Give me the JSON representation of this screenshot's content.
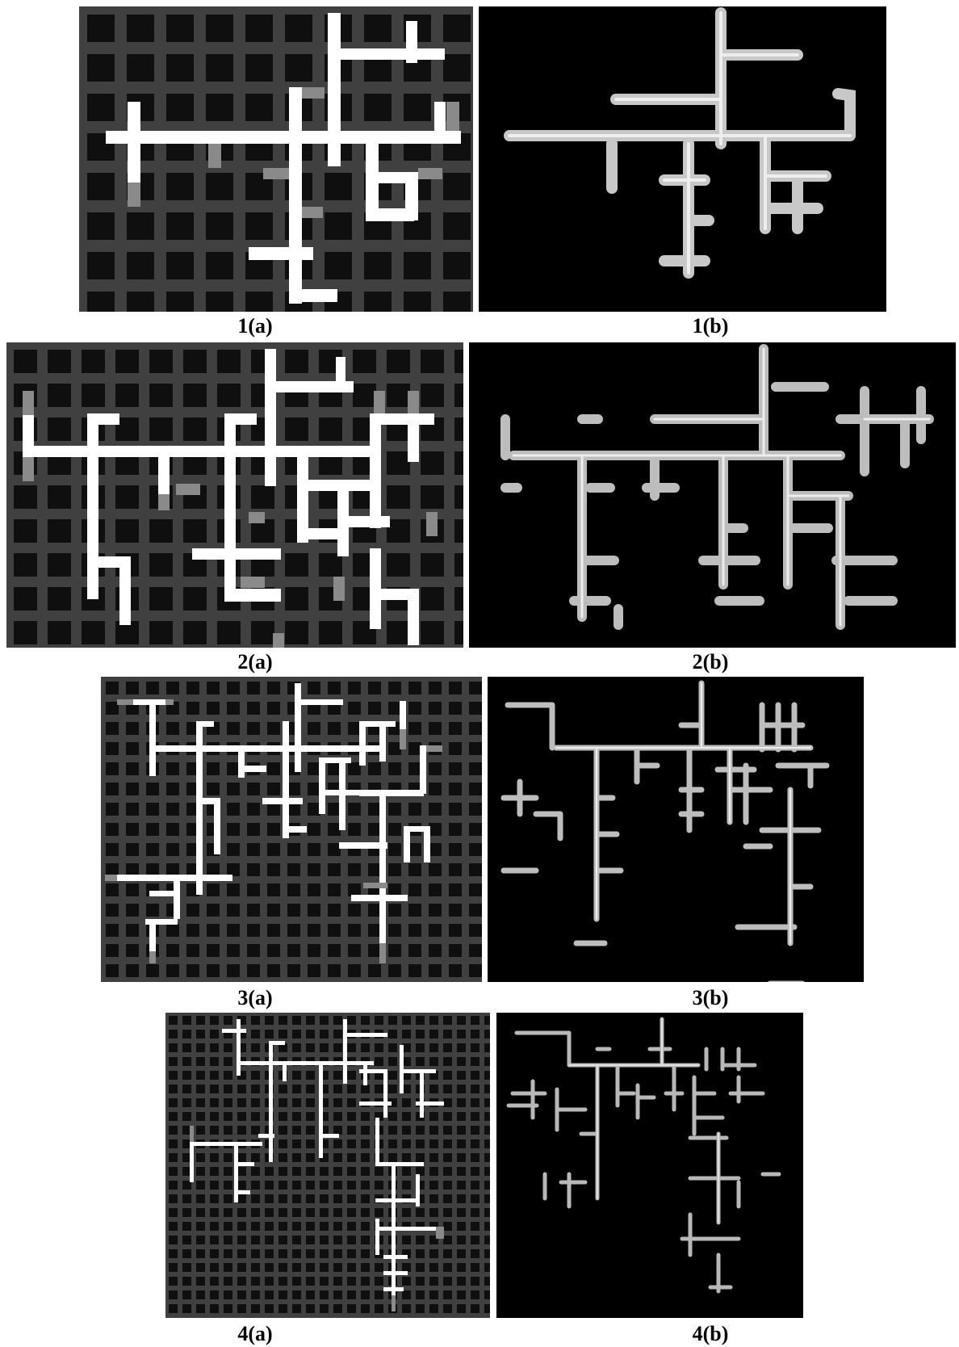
{
  "captions": {
    "r1a": "1(a)",
    "r1b": "1(b)",
    "r2a": "2(a)",
    "r2b": "2(b)",
    "r3a": "3(a)",
    "r3b": "3(b)",
    "r4a": "4(a)",
    "r4b": "4(b)"
  },
  "colors": {
    "grid_background": "#404040",
    "grid_cell": "#0f0f0f",
    "tree_path": "#ffffff",
    "dim_segment": "#8a8a8a",
    "rendered_background": "#000000",
    "rendered_tube": "#c8c8c8"
  }
}
